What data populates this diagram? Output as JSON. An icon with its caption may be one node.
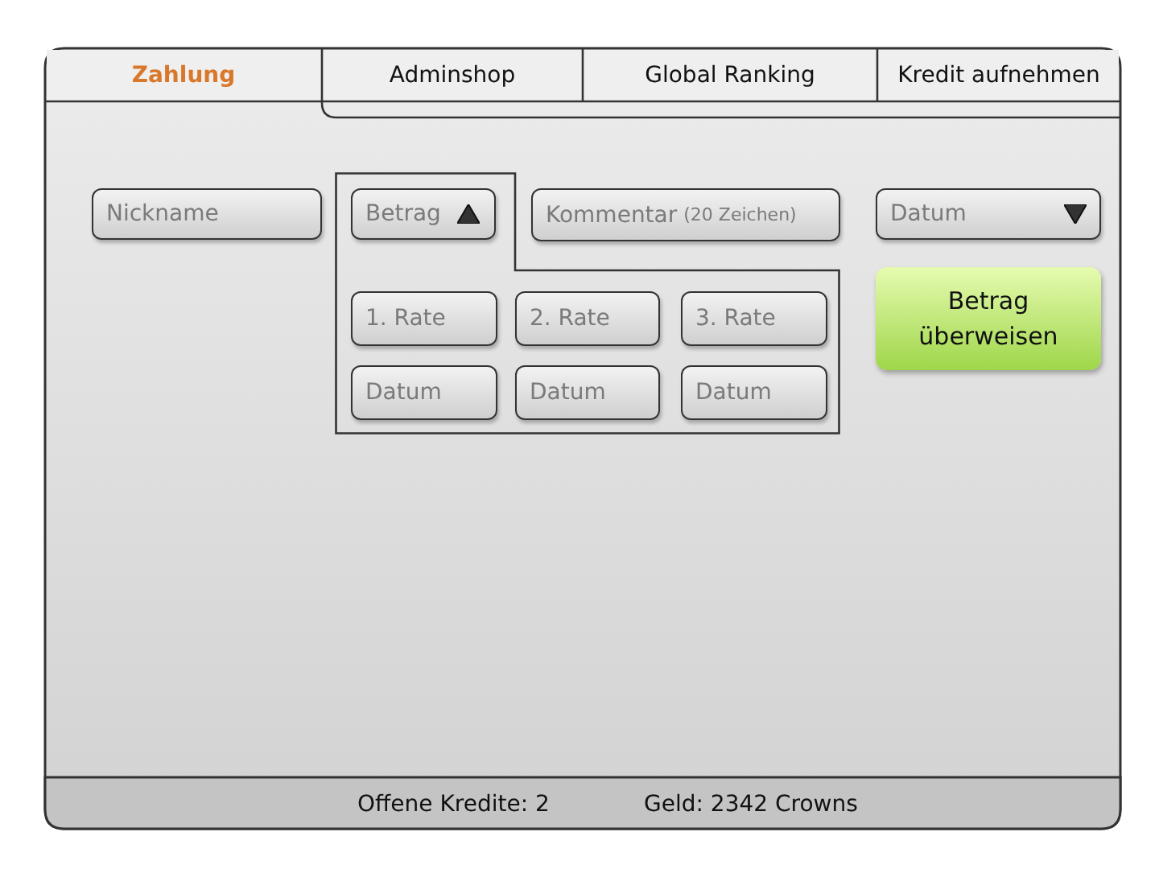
{
  "diagram": {
    "nodes": [
      {
        "text": [
          "Zahlung"
        ]
      },
      {
        "text": [
          "Adminshop"
        ]
      },
      {
        "text": [
          "Global Ranking"
        ]
      },
      {
        "text": [
          "Kredit aufnehmen"
        ]
      },
      {
        "text": [
          "Nickname"
        ]
      },
      {
        "text": [],
        "shape": "box"
      },
      {
        "text": [
          "Betrag"
        ],
        "in": 5
      },
      {
        "text": [
          "Kommentar",
          "(20 Zeichen)"
        ]
      },
      {
        "text": [
          "Datum"
        ]
      },
      {
        "text": [
          "Betrag überweisen"
        ]
      },
      {
        "text": [
          "1. Rate"
        ],
        "in": 5
      },
      {
        "text": [
          "2. Rate"
        ],
        "in": 5
      },
      {
        "text": [
          "3. Rate"
        ],
        "in": 5
      },
      {
        "text": [
          "Datum"
        ],
        "in": 5
      },
      {
        "text": [
          "Datum"
        ],
        "in": 5
      },
      {
        "text": [
          "Datum"
        ],
        "in": 5
      }
    ],
    "labels": [
      "Offene Kredite: 2",
      "Geld: 2342 Crowns"
    ]
  }
}
